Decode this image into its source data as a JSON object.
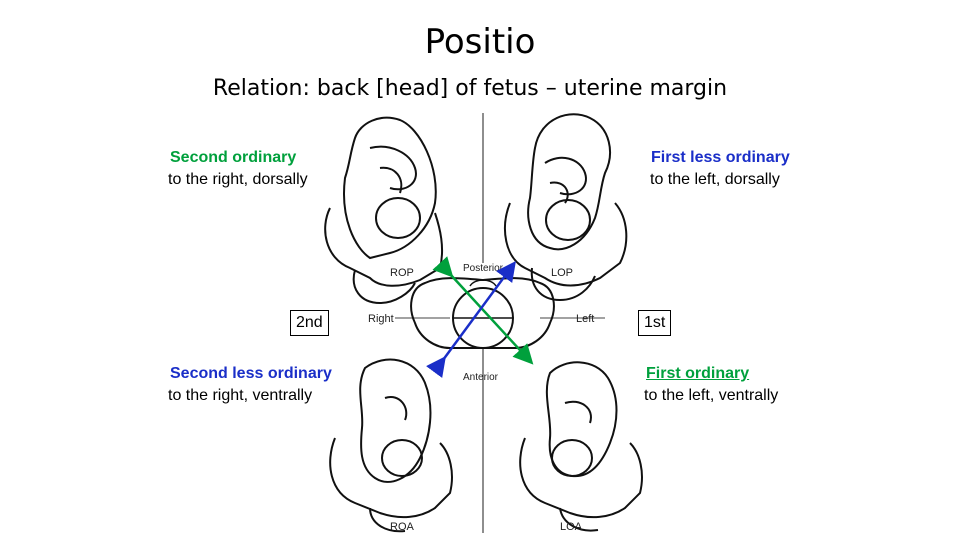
{
  "slide": {
    "title": "Positio",
    "subtitle": "Relation: back [head] of fetus – uterine margin"
  },
  "positions": {
    "top_left": {
      "name": "Second  ordinary",
      "desc": "to the right, dorsally"
    },
    "top_right": {
      "name": "First less ordinary",
      "desc": "to the left, dorsally"
    },
    "bottom_left": {
      "name": "Second less ordinary",
      "desc": "to the right, ventrally"
    },
    "bottom_right": {
      "name": "First ordinary",
      "desc": "to the left, ventrally"
    }
  },
  "boxes": {
    "second": "2nd",
    "first": "1st"
  },
  "diagram": {
    "posterior": "Posterior",
    "anterior": "Anterior",
    "right": "Right",
    "left": "Left",
    "rop": "ROP",
    "lop": "LOP",
    "roa": "ROA",
    "loa": "LOA"
  },
  "colors": {
    "green": "#00a03c",
    "blue": "#1a2ec8"
  }
}
